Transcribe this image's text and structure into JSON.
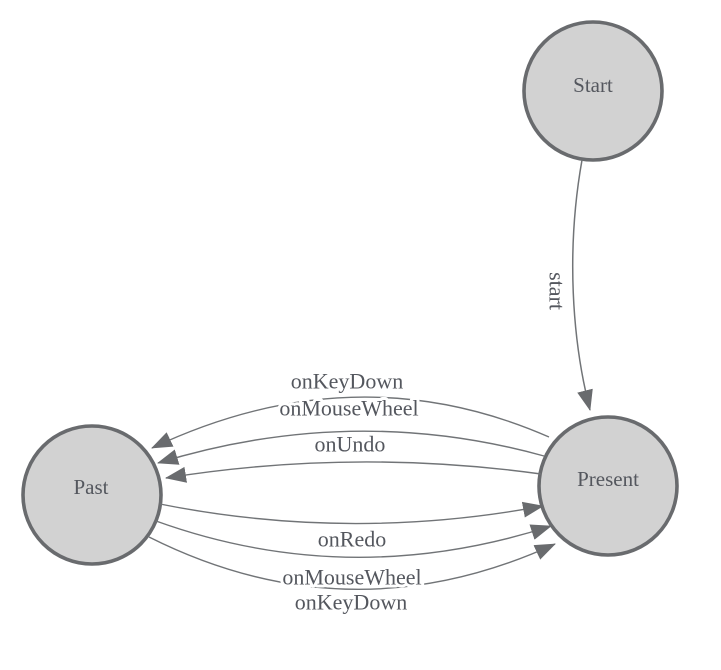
{
  "diagram": {
    "kind": "state-machine",
    "nodes": [
      {
        "id": "start",
        "label": "Start"
      },
      {
        "id": "present",
        "label": "Present"
      },
      {
        "id": "past",
        "label": "Past"
      }
    ],
    "edges": [
      {
        "from": "start",
        "to": "present",
        "label": "start"
      },
      {
        "from": "present",
        "to": "past",
        "label": "onKeyDown"
      },
      {
        "from": "present",
        "to": "past",
        "label": "onMouseWheel"
      },
      {
        "from": "present",
        "to": "past",
        "label": "onUndo"
      },
      {
        "from": "past",
        "to": "present",
        "label": "onRedo"
      },
      {
        "from": "past",
        "to": "present",
        "label": "onMouseWheel"
      },
      {
        "from": "past",
        "to": "present",
        "label": "onKeyDown"
      }
    ],
    "colors": {
      "background": "#ffffff",
      "node_fill": "#d2d2d2",
      "node_stroke": "#696b6e",
      "edge_color": "#717477",
      "arrow_color": "#696b6e",
      "label_color": "#54575e"
    }
  }
}
